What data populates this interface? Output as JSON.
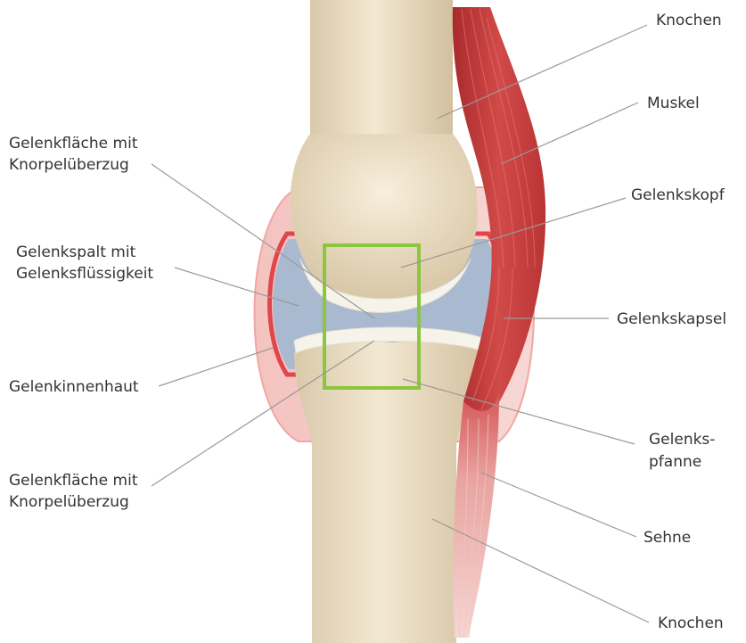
{
  "labels": {
    "knochen_top": "Knochen",
    "muskel": "Muskel",
    "gelenkflaeche_top_1": "Gelenkfläche mit",
    "gelenkflaeche_top_2": "Knorpelüberzug",
    "gelenkskopf": "Gelenkskopf",
    "gelenkspalt_1": "Gelenkspalt mit",
    "gelenkspalt_2": "Gelenksflüssigkeit",
    "gelenkskapsel": "Gelenkskapsel",
    "gelenkinnenhaut": "Gelenkinnenhaut",
    "gelenkspfanne_1": "Gelenks-",
    "gelenkspfanne_2": "pfanne",
    "gelenkflaeche_bottom_1": "Gelenkfläche mit",
    "gelenkflaeche_bottom_2": "Knorpelüberzug",
    "sehne": "Sehne",
    "knochen_bottom": "Knochen"
  },
  "colors": {
    "bone": "#e9dcc3",
    "cartilage": "#f6f3ea",
    "synovial_fluid": "#a9b9cf",
    "capsule": "#f2b3b0",
    "synovium": "#e0464a",
    "muscle": "#c43a3a",
    "highlight_box": "#8cc63f"
  },
  "highlight_box_label": ""
}
